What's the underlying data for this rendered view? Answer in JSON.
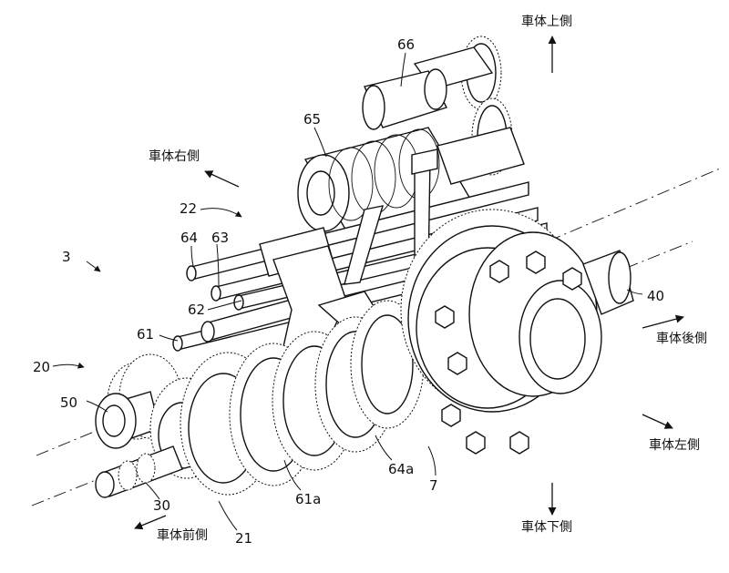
{
  "directions": {
    "up": "車体上側",
    "down": "車体下側",
    "right_side": "車体右側",
    "left_side": "車体左側",
    "rear": "車体後側",
    "front": "車体前側"
  },
  "reference_numerals": {
    "n66": "66",
    "n65": "65",
    "n22": "22",
    "n64": "64",
    "n63": "63",
    "n3": "3",
    "n62": "62",
    "n61": "61",
    "n40": "40",
    "n20": "20",
    "n50": "50",
    "n30": "30",
    "n61a": "61a",
    "n64a": "64a",
    "n7": "7",
    "n21": "21"
  }
}
